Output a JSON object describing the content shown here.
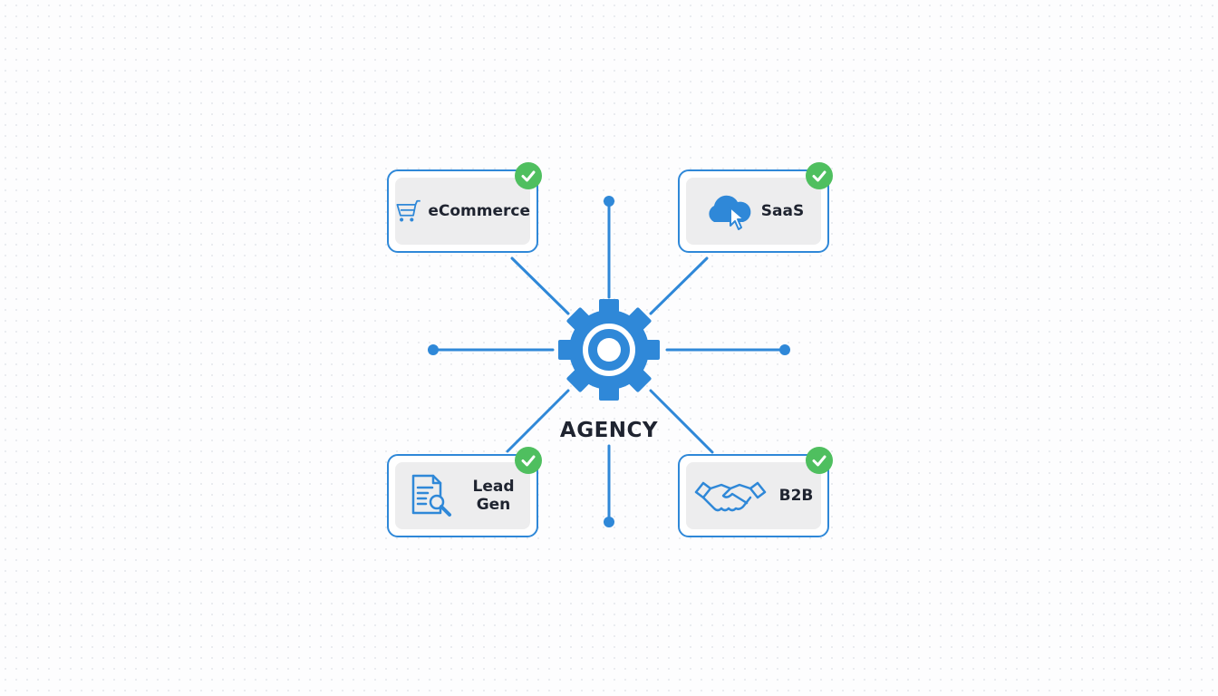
{
  "center": {
    "label": "AGENCY",
    "icon": "gear-icon"
  },
  "nodes": [
    {
      "label": "eCommerce",
      "icon": "shopping-cart-icon",
      "status": "check-icon"
    },
    {
      "label": "SaaS",
      "icon": "cloud-cursor-icon",
      "status": "check-icon"
    },
    {
      "label": "Lead Gen",
      "icon": "document-search-icon",
      "status": "check-icon"
    },
    {
      "label": "B2B",
      "icon": "handshake-icon",
      "status": "check-icon"
    }
  ],
  "colors": {
    "accent": "#2f88d8",
    "check": "#4fbf5f",
    "text": "#1f2430"
  }
}
